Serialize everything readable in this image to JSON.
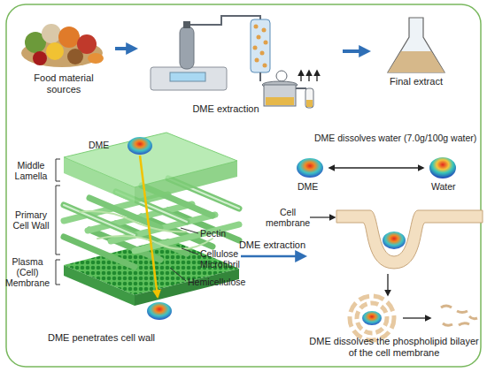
{
  "diagram": {
    "nodes": [
      {
        "text": [
          "Food material sources"
        ]
      },
      {
        "text": [
          "DME extraction"
        ]
      },
      {
        "text": [
          "Final extract"
        ]
      },
      {
        "text": [
          "DME penetrates cell wall"
        ]
      },
      {
        "text": [
          "DME dissolves the phospholipid bilayer of the cell membrane"
        ]
      }
    ],
    "edges": [
      {
        "from": 0,
        "to": 1,
        "arrow": "to"
      },
      {
        "from": 1,
        "to": 2,
        "arrow": "to"
      },
      {
        "from": 3,
        "to": 4,
        "label": "DME extraction",
        "arrow": "to"
      }
    ],
    "labels": [
      "DME",
      "Middle Lamella",
      "Primary Cell Wall",
      "Plasma (Cell) Membrane",
      "Pectin",
      "Cellulose Microfibril",
      "Hemicellulose",
      "DME dissolves water (7.0g/100g water)",
      "DME",
      "Water",
      "Cell membrane"
    ]
  }
}
